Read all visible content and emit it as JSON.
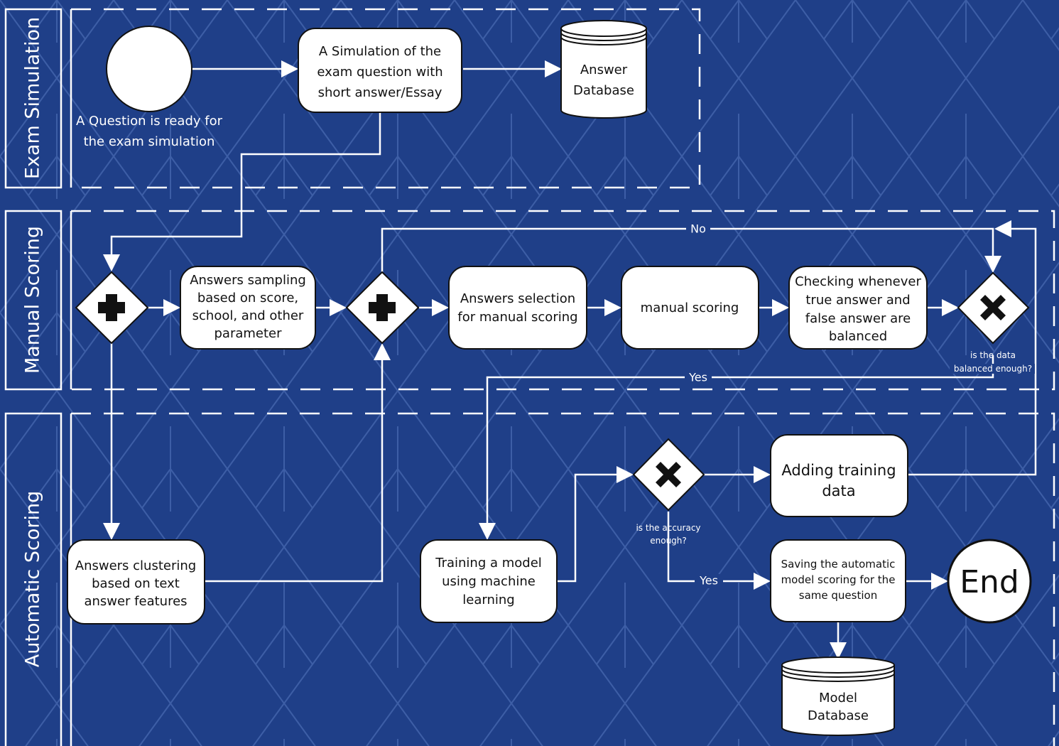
{
  "lanes": {
    "exam": "Exam Simulation",
    "manual": "Manual Scoring",
    "automatic": "Automatic Scoring"
  },
  "nodes": {
    "start_label": [
      "A Question is ready for",
      "the exam simulation"
    ],
    "simulation": [
      "A Simulation of the",
      "exam question with",
      "short answer/Essay"
    ],
    "answer_db": [
      "Answer",
      "Database"
    ],
    "sampling": [
      "Answers sampling",
      "based on score,",
      "school, and other",
      "parameter"
    ],
    "selection": [
      "Answers selection",
      "for manual scoring"
    ],
    "manual_scoring": [
      "manual scoring"
    ],
    "checking": [
      "Checking whenever",
      "true answer and",
      "false answer are",
      "balanced"
    ],
    "balanced_question": [
      "is the data",
      "balanced enough?"
    ],
    "clustering": [
      "Answers clustering",
      "based on text",
      "answer features"
    ],
    "training": [
      "Training a model",
      "using machine",
      "learning"
    ],
    "accuracy_question": [
      "is the accuracy",
      "enough?"
    ],
    "adding": [
      "Adding training",
      "data"
    ],
    "saving": [
      "Saving the automatic",
      "model scoring for the",
      "same question"
    ],
    "end": "End",
    "model_db": [
      "Model",
      "Database"
    ]
  },
  "edge_labels": {
    "no": "No",
    "yes_balanced": "Yes",
    "yes_accuracy": "Yes"
  },
  "colors": {
    "background": "#1f3f88",
    "pattern": "#3d5ea6",
    "node_fill": "#ffffff",
    "stroke": "#111111",
    "line": "#ffffff"
  }
}
